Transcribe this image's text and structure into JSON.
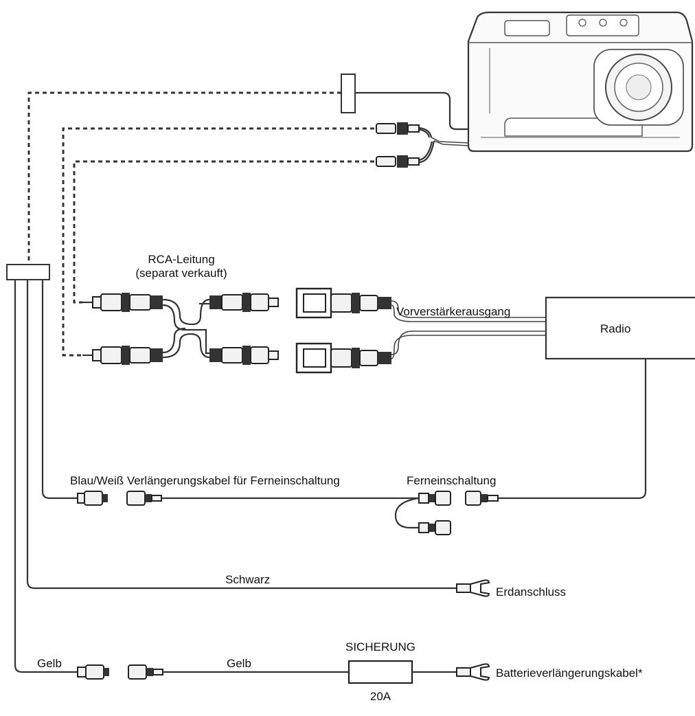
{
  "labels": {
    "rca_cable_line1": "RCA-Leitung",
    "rca_cable_line2": "(separat verkauft)",
    "preamp_output": "Vorverstärkerausgang",
    "radio": "Radio",
    "remote_extension": "Blau/Weiß Verlängerungskabel für Ferneinschaltung",
    "remote_on": "Ferneinschaltung",
    "black": "Schwarz",
    "ground": "Erdanschluss",
    "yellow_left": "Gelb",
    "yellow_mid": "Gelb",
    "fuse": "SICHERUNG",
    "fuse_rating": "20A",
    "battery_extension": "Batterieverlängerungskabel*"
  },
  "icons": {
    "subwoofer": "subwoofer-enclosure-icon",
    "rca": "rca-plug-icon",
    "ring_terminal": "ring-terminal-icon",
    "fuse": "fuse-holder-icon"
  }
}
